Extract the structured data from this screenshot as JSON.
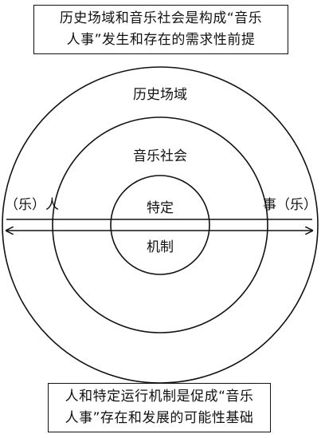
{
  "top_caption": {
    "line1": "历史场域和音乐社会是构成“音乐",
    "line2": "人事”发生和存在的需求性前提"
  },
  "circles": {
    "outer_label": "历史场域",
    "middle_label": "音乐社会",
    "inner_label_top": "特定",
    "inner_label_bottom": "机制"
  },
  "arrow": {
    "left_label": "（乐）人",
    "right_label": "事（乐）"
  },
  "bottom_caption": {
    "line1": "人和特定运行机制是促成“音乐",
    "line2": "人事”存在和发展的可能性基础"
  }
}
